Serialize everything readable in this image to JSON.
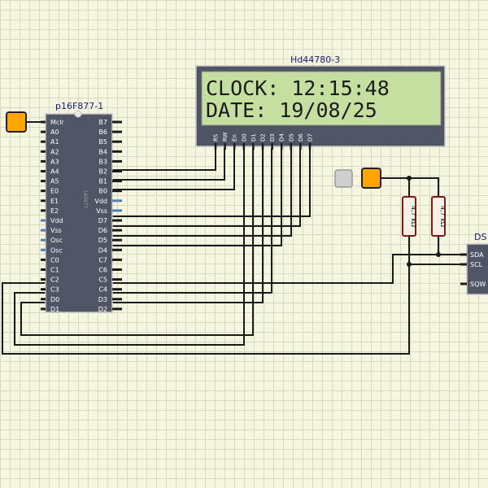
{
  "app": {
    "accent": "#ffa500",
    "grid_color": "#d9d8c0",
    "background": "#f6f5df"
  },
  "mcu": {
    "title": "p16F877-1",
    "chip_text": "16F877",
    "left_pins": [
      "Mclr",
      "A0",
      "A1",
      "A2",
      "A3",
      "A4",
      "A5",
      "E0",
      "E1",
      "E2",
      "Vdd",
      "Vss",
      "Osc",
      "Osc",
      "C0",
      "C1",
      "C2",
      "C3",
      "D0",
      "D1"
    ],
    "right_pins": [
      "B7",
      "B6",
      "B5",
      "B4",
      "B3",
      "B2",
      "B1",
      "B0",
      "Vdd",
      "Vss",
      "D7",
      "D6",
      "D5",
      "D4",
      "C7",
      "C6",
      "C5",
      "C4",
      "D3",
      "D2"
    ]
  },
  "lcd": {
    "title": "Hd44780-3",
    "line1": "CLOCK: 12:15:48",
    "line2": "DATE: 19/08/25",
    "pins": [
      "RS",
      "RW",
      "En",
      "D0",
      "D1",
      "D2",
      "D3",
      "D4",
      "D5",
      "D6",
      "D7"
    ]
  },
  "resistors": [
    {
      "label": "4,7 kΩ"
    },
    {
      "label": "4,7 kΩ"
    }
  ],
  "rtc": {
    "title": "DS",
    "pins": [
      "SDA",
      "SCL",
      "SQW"
    ]
  }
}
